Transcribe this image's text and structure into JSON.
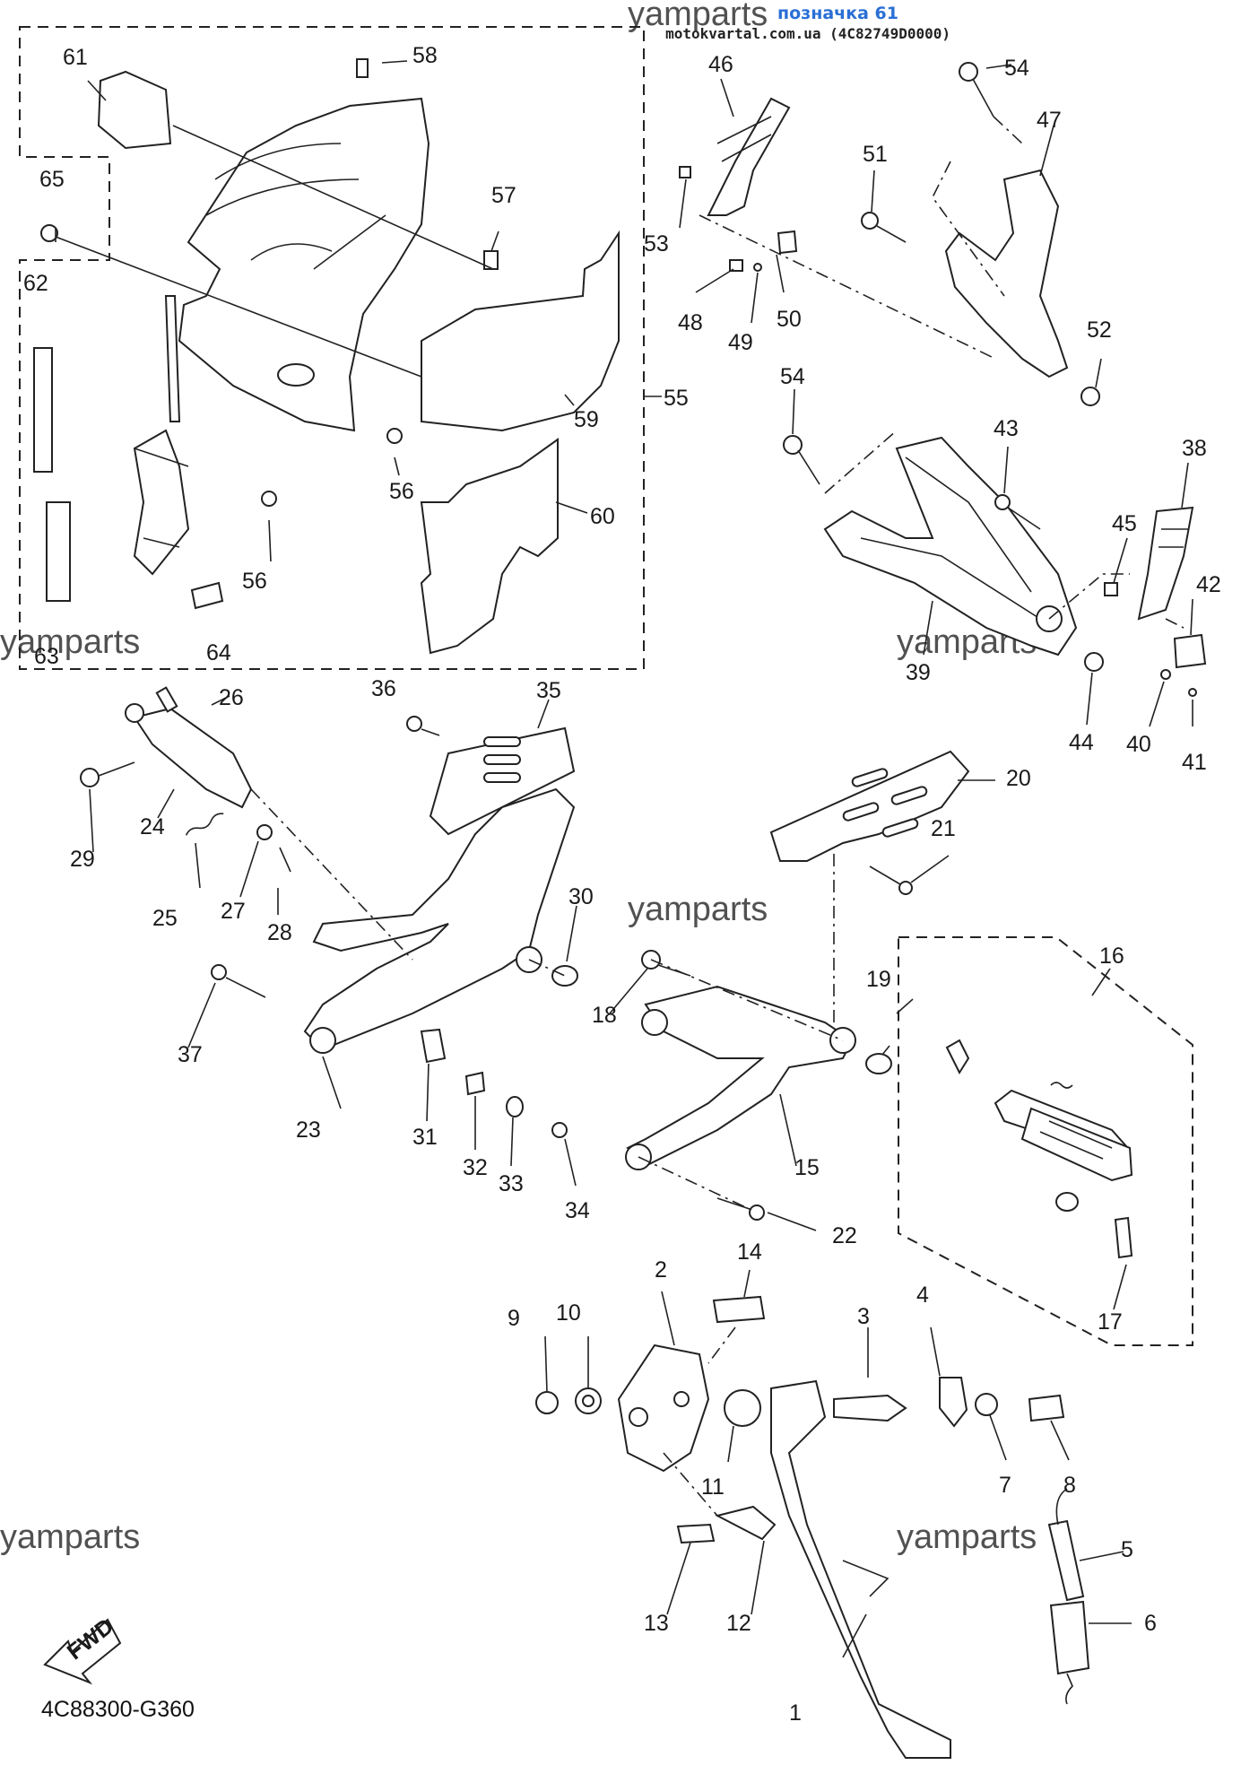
{
  "header": {
    "page_ref": "позначка 61",
    "site_ref": "motokvartal.com.ua (4C82749D0000)"
  },
  "watermarks": [
    "yamparts",
    "yamparts",
    "yamparts",
    "yamparts",
    "yamparts",
    "yamparts",
    "yamparts"
  ],
  "drawing_code": "4C88300-G360",
  "direction_arrow": {
    "label": "FWD",
    "icon": "fwd-arrow-icon"
  },
  "part_labels": [
    "1",
    "2",
    "3",
    "4",
    "5",
    "6",
    "7",
    "8",
    "9",
    "10",
    "11",
    "12",
    "13",
    "14",
    "15",
    "16",
    "17",
    "18",
    "19",
    "20",
    "21",
    "22",
    "23",
    "24",
    "25",
    "26",
    "27",
    "28",
    "29",
    "30",
    "31",
    "32",
    "33",
    "34",
    "35",
    "36",
    "37",
    "38",
    "39",
    "40",
    "41",
    "42",
    "43",
    "44",
    "45",
    "46",
    "47",
    "48",
    "49",
    "50",
    "51",
    "52",
    "53",
    "54",
    "54",
    "55",
    "56",
    "56",
    "57",
    "58",
    "59",
    "60",
    "61",
    "62",
    "63",
    "64",
    "65"
  ]
}
